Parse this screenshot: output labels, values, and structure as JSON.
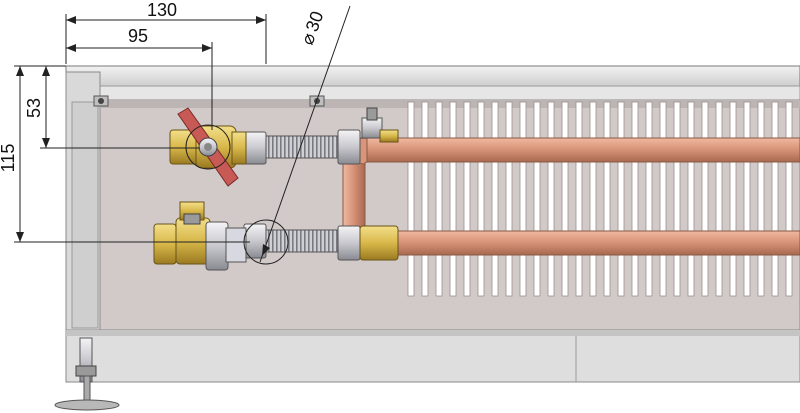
{
  "dimensions": {
    "width_130": "130",
    "width_95": "95",
    "height_53": "53",
    "height_115": "115",
    "diameter_30": "30",
    "diameter_symbol": "⌀"
  },
  "colors": {
    "copper": "#d9957a",
    "brass": "#d8b84a",
    "steel": "#c8c8ce",
    "tray": "#d2c9c9",
    "handle": "#c85a55"
  }
}
